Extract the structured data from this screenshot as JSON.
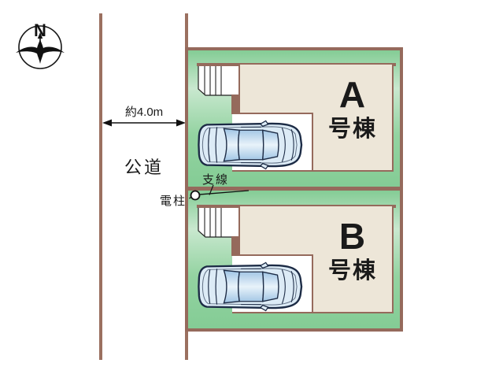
{
  "colors": {
    "border-brown": "#956a5c",
    "road-brown": "#9b7060",
    "green-edge": "#84cc95",
    "green-light": "#c9e8cf",
    "beige": "#ede6d8",
    "ink": "#1a1a1a",
    "car-outline": "#1c2b45",
    "car-body": "#dcebf6",
    "car-glass": "#a8c9e6"
  },
  "compass": {
    "north_label": "N"
  },
  "road": {
    "name": "公道",
    "width_dimension": "約4.0m"
  },
  "plots": [
    {
      "building_letter": "A",
      "building_suffix": "号棟"
    },
    {
      "building_letter": "B",
      "building_suffix": "号棟"
    }
  ],
  "annotations": {
    "utility_pole": "電柱",
    "guy_wire": "支線"
  }
}
